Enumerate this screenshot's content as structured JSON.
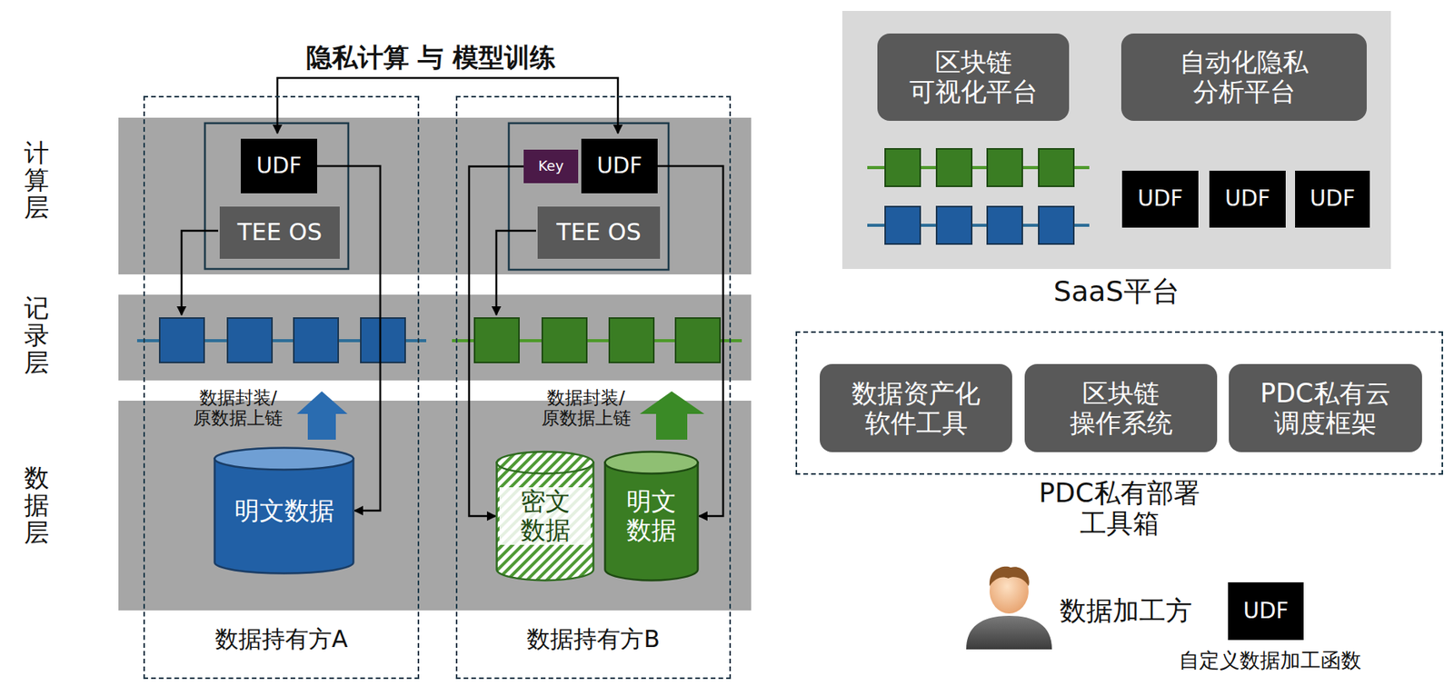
{
  "diagram": {
    "nodes": [
      {
        "text": [
          "数据持有方A"
        ]
      },
      {
        "text": [
          "UDF"
        ],
        "in": 0
      },
      {
        "text": [
          "TEE OS"
        ],
        "in": 0
      },
      {
        "text": [
          "明文数据"
        ],
        "in": 0
      },
      {
        "text": [
          "数据持有方B"
        ]
      },
      {
        "text": [
          "Key"
        ],
        "in": 4
      },
      {
        "text": [
          "UDF"
        ],
        "in": 4
      },
      {
        "text": [
          "TEE OS"
        ],
        "in": 4
      },
      {
        "text": [
          "密文 数据"
        ],
        "in": 4
      },
      {
        "text": [
          "明文 数据"
        ],
        "in": 4
      },
      {
        "text": [
          "SaaS平台"
        ]
      },
      {
        "text": [
          "区块链 可视化平台"
        ],
        "in": 10
      },
      {
        "text": [
          "自动化隐私 分析平台"
        ],
        "in": 10
      },
      {
        "text": [
          "UDF"
        ],
        "in": 10
      },
      {
        "text": [
          "UDF"
        ],
        "in": 10
      },
      {
        "text": [
          "UDF"
        ],
        "in": 10
      },
      {
        "text": [
          "PDC私有部署 工具箱"
        ]
      },
      {
        "text": [
          "数据资产化 软件工具"
        ],
        "in": 16
      },
      {
        "text": [
          "区块链 操作系统"
        ],
        "in": 16
      },
      {
        "text": [
          "PDC私有云 调度框架"
        ],
        "in": 16
      },
      {
        "text": [
          "UDF"
        ]
      }
    ],
    "edges": [
      {
        "from": 1,
        "to": 3,
        "arrow": "to"
      },
      {
        "from": 5,
        "to": 8,
        "arrow": "to"
      },
      {
        "from": 6,
        "to": 9,
        "arrow": "to"
      }
    ],
    "labels": [
      "隐私计算 与 模型训练",
      "计算层",
      "记录层",
      "数据层",
      "数据封装/ 原数据上链",
      "数据封装/ 原数据上链",
      "数据加工方",
      "自定义数据加工函数"
    ]
  }
}
